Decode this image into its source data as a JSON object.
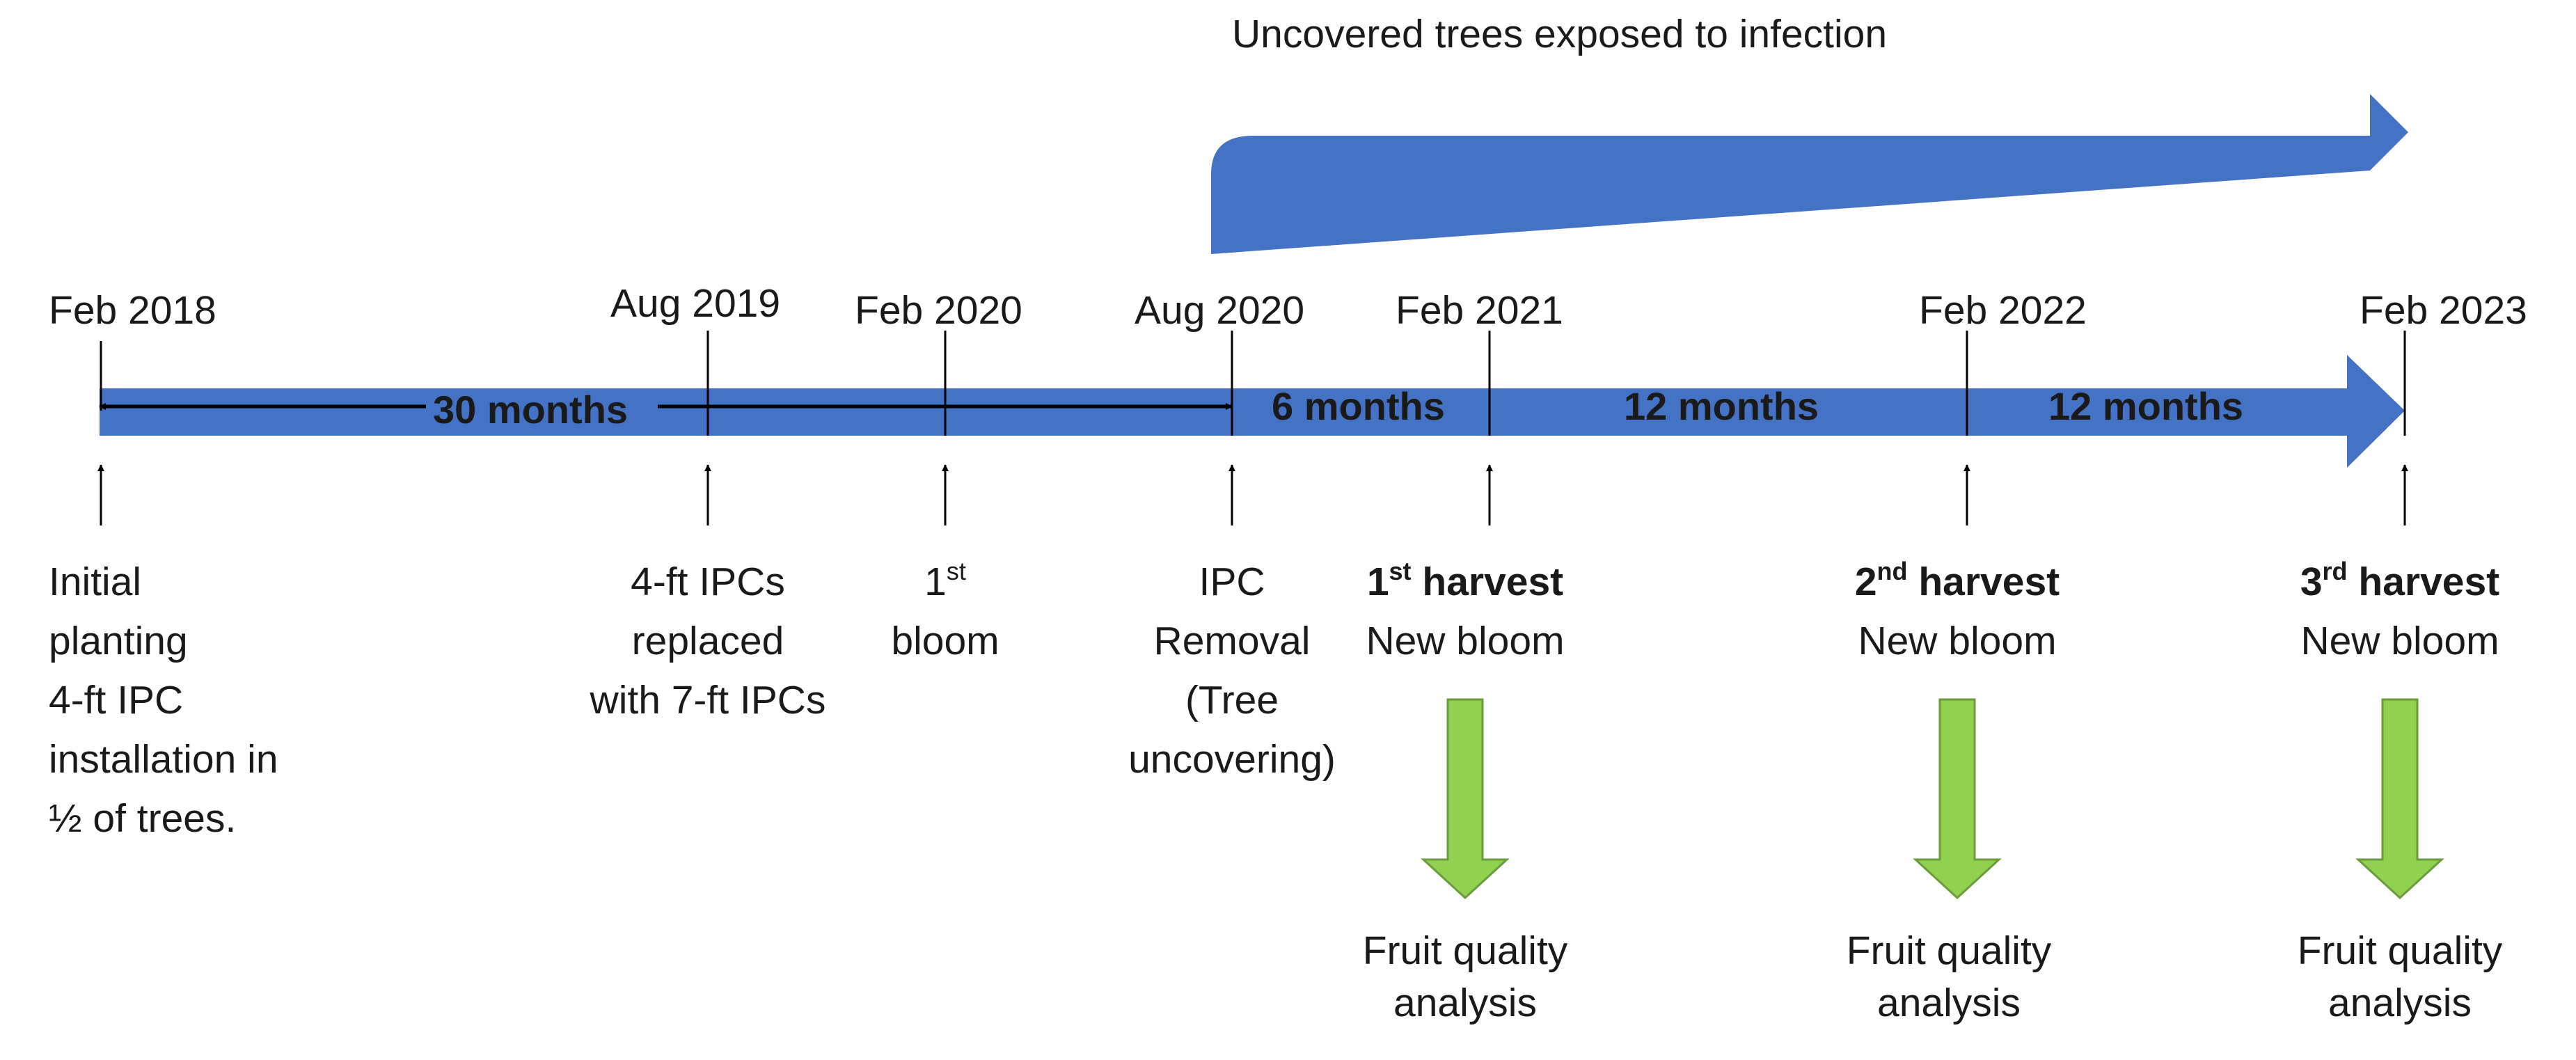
{
  "colors": {
    "timeline": "#4472c4",
    "fruit_arrow": "#92d050",
    "fruit_arrow_stroke": "#6a9c3a",
    "text": "#1a1a1a"
  },
  "exposure": {
    "label": "Uncovered trees exposed to infection"
  },
  "dates": [
    "Feb 2018",
    "Aug 2019",
    "Feb 2020",
    "Aug 2020",
    "Feb 2021",
    "Feb 2022",
    "Feb 2023"
  ],
  "durations": [
    "30 months",
    "6 months",
    "12 months",
    "12 months"
  ],
  "events": {
    "planting": [
      "Initial",
      "planting",
      "4-ft IPC",
      "installation in",
      "½ of trees."
    ],
    "replace": [
      "4-ft IPCs",
      "replaced",
      "with 7-ft IPCs"
    ],
    "bloom1": {
      "num": "1",
      "sup": "st",
      "line2": "bloom"
    },
    "removal": [
      "IPC",
      "Removal",
      "(Tree",
      "uncovering)"
    ]
  },
  "harvests": [
    {
      "num": "1",
      "sup": "st",
      "word": "harvest",
      "sub": "New bloom",
      "analysis": [
        "Fruit quality",
        "analysis"
      ]
    },
    {
      "num": "2",
      "sup": "nd",
      "word": "harvest",
      "sub": "New bloom",
      "analysis": [
        "Fruit quality",
        "analysis"
      ]
    },
    {
      "num": "3",
      "sup": "rd",
      "word": "harvest",
      "sub": "New bloom",
      "analysis": [
        "Fruit quality",
        "analysis"
      ]
    }
  ]
}
